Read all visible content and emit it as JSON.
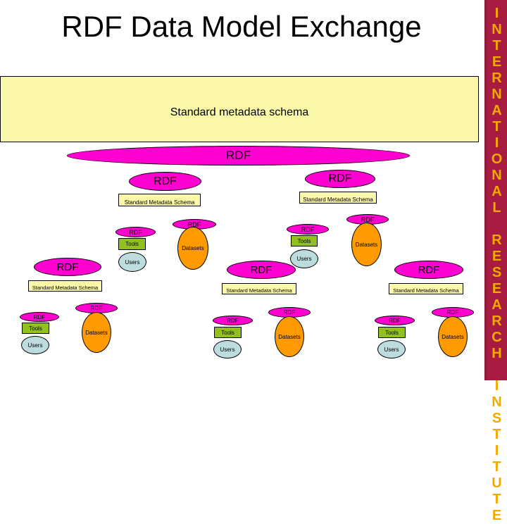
{
  "page": {
    "title": "RDF Data Model Exchange",
    "background_color": "#ffffff"
  },
  "sidebar": {
    "text": "INTERNATIONAL RESEARCH INSTITUTE",
    "background_color": "#a81c42",
    "text_color": "#f2a900"
  },
  "labels": {
    "rdf": "RDF",
    "schema_top": "Standard metadata schema",
    "schema_node": "Standard  Metadata  Schema",
    "tools": "Tools",
    "users": "Users",
    "datasets": "Datasets"
  },
  "colors": {
    "rdf_ellipse": "#ff00d0",
    "schema_box": "#fbf8aa",
    "tools_box": "#92c01f",
    "users_ellipse": "#bcdce0",
    "datasets_ellipse": "#ff9a00",
    "outline": "#000000"
  },
  "diagram": {
    "root_rdf": {
      "label": "RDF"
    },
    "tier2": [
      {
        "rdf": "RDF",
        "schema": "Standard  Metadata  Schema"
      },
      {
        "rdf": "RDF",
        "schema": "Standard  Metadata  Schema"
      }
    ],
    "tier3": [
      {
        "rdf": "RDF",
        "schema": "Standard  Metadata  Schema"
      },
      {
        "rdf": "RDF",
        "schema": "Standard  Metadata  Schema"
      },
      {
        "rdf": "RDF",
        "schema": "Standard  Metadata  Schema"
      }
    ],
    "leaf_groups": [
      {
        "tools_rdf": "RDF",
        "tools": "Tools",
        "users": "Users",
        "datasets_rdf": "RDF",
        "datasets": "Datasets"
      },
      {
        "tools_rdf": "RDF",
        "tools": "Tools",
        "users": "Users",
        "datasets_rdf": "RDF",
        "datasets": "Datasets"
      },
      {
        "tools_rdf": "RDF",
        "tools": "Tools",
        "users": "Users",
        "datasets_rdf": "RDF",
        "datasets": "Datasets"
      },
      {
        "tools_rdf": "RDF",
        "tools": "Tools",
        "users": "Users",
        "datasets_rdf": "RDF",
        "datasets": "Datasets"
      },
      {
        "tools_rdf": "RDF",
        "tools": "Tools",
        "users": "Users",
        "datasets_rdf": "RDF",
        "datasets": "Datasets"
      }
    ]
  }
}
